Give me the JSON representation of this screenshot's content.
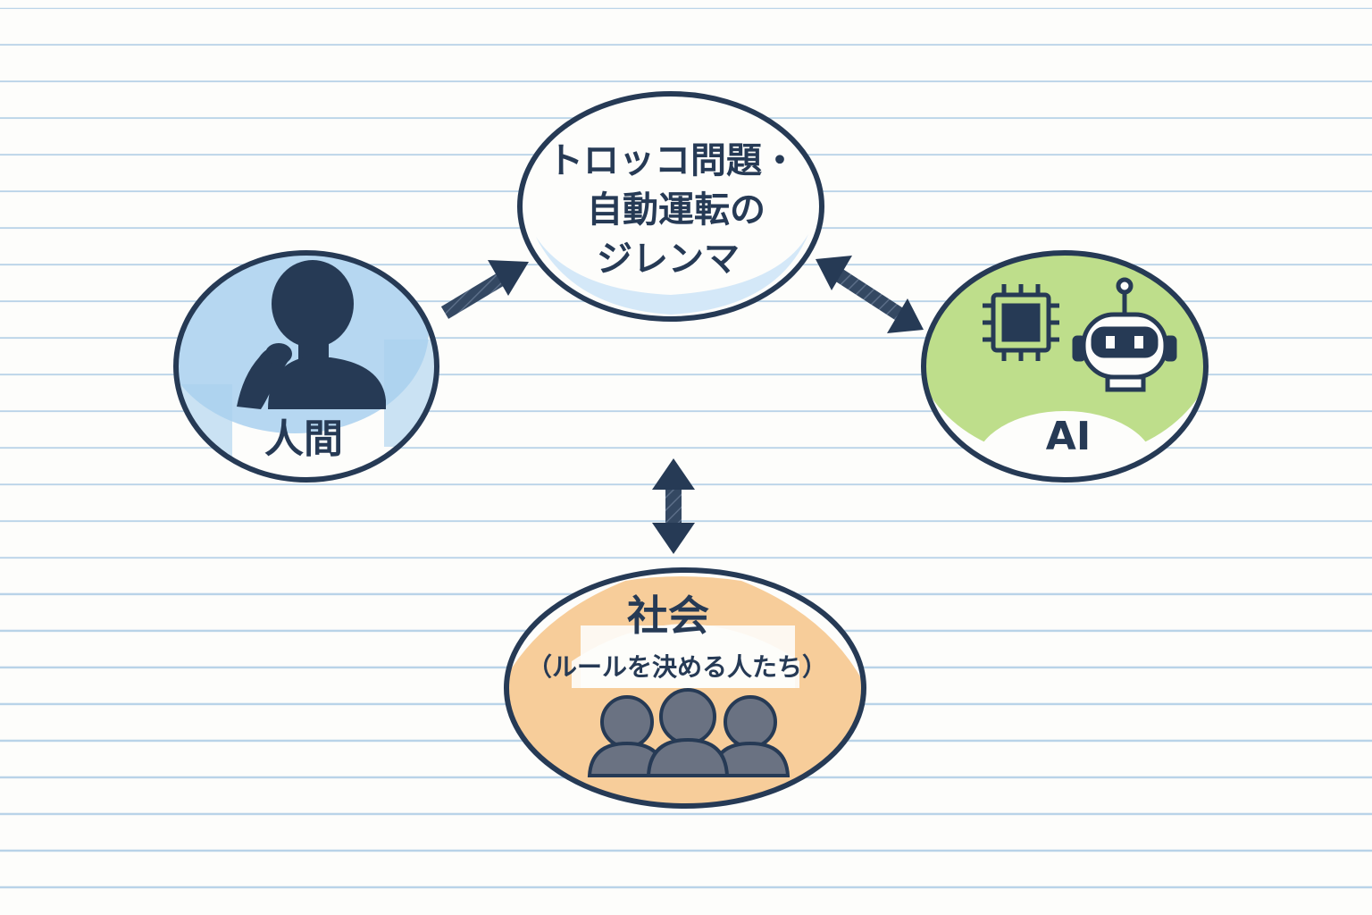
{
  "center_node": {
    "lines": [
      "トロッコ問題・",
      "自動運転の",
      "ジレンマ"
    ]
  },
  "human_node": {
    "label": "人間",
    "icon": "thinking-person-icon"
  },
  "ai_node": {
    "label": "AI",
    "icons": [
      "chip-icon",
      "robot-icon"
    ]
  },
  "society_node": {
    "title": "社会",
    "subtitle": "（ルールを決める人たち）",
    "icon": "group-of-people-icon"
  },
  "colors": {
    "ink": "#263a55",
    "human_fill": "#a9d0ee",
    "ai_fill": "#b7da7e",
    "society_fill": "#f6c88f",
    "center_fill": "#cfe6f7",
    "people_fill": "#6a7282",
    "lines": "#b9d3e8"
  }
}
